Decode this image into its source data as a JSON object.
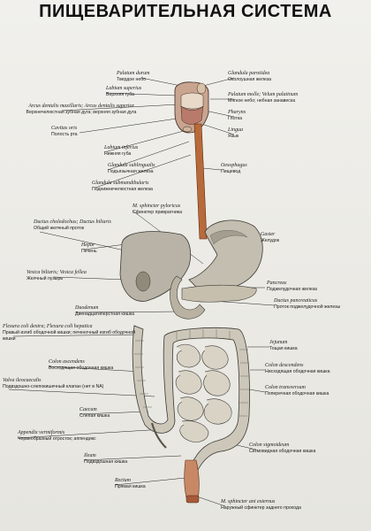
{
  "title": "ПИЩЕВАРИТЕЛЬНАЯ СИСТЕМА",
  "labels": {
    "palatum_durum": {
      "la": "Palatum durum",
      "ru": "Твердое небо"
    },
    "glandula_parotidea": {
      "la": "Glandula parotidea",
      "ru": "Околоушная железа"
    },
    "labium_superius": {
      "la": "Labium superius",
      "ru": "Верхняя губа"
    },
    "palatum_molle": {
      "la": "Palatum molle; Velum palatinum",
      "ru": "Мягкое небо; небная занавеска"
    },
    "arcus_dentalis": {
      "la": "Arcus dentalis maxillaris; Arcus dentalis superior",
      "ru": "Верхнечелюстная зубная дуга; верхняя зубная дуга"
    },
    "pharynx": {
      "la": "Pharynx",
      "ru": "Глотка"
    },
    "cavitas_oris": {
      "la": "Cavitas oris",
      "ru": "Полость рта"
    },
    "lingua": {
      "la": "Lingua",
      "ru": "Язык"
    },
    "labium_inferius": {
      "la": "Labium inferius",
      "ru": "Нижняя губа"
    },
    "oesophagus": {
      "la": "Oesophagus",
      "ru": "Пищевод"
    },
    "glandula_sublingualis": {
      "la": "Glandula sublingualis",
      "ru": "Подъязычная железа"
    },
    "glandula_submandibularis": {
      "la": "Glandula submandibularis",
      "ru": "Поднижнечелюстная железа"
    },
    "sphincter_pyloricus": {
      "la": "M. sphincter pyloricus",
      "ru": "Сфинктер привратника"
    },
    "ductus_choledochus": {
      "la": "Ductus choledochus; Ductus biliaris",
      "ru": "Общий желчный проток"
    },
    "gaster": {
      "la": "Gaster",
      "ru": "Желудок"
    },
    "hepar": {
      "la": "Hepar",
      "ru": "Печень"
    },
    "vesica_biliaris": {
      "la": "Vesica biliaris; Vesica fellea",
      "ru": "Желчный пузырь"
    },
    "pancreas": {
      "la": "Pancreas",
      "ru": "Поджелудочная железа"
    },
    "ductus_pancreaticus": {
      "la": "Ductus pancreaticus",
      "ru": "Проток поджелудочной железы"
    },
    "duodenum": {
      "la": "Duodenum",
      "ru": "Двенадцатиперстная кишка"
    },
    "flexura_coli": {
      "la": "Flexura coli dextra; Flexura coli hepatica",
      "ru": "Правый изгиб ободочной кишки; печеночный изгиб ободочной кишки"
    },
    "jejunum": {
      "la": "Jejunum",
      "ru": "Тощая кишка"
    },
    "colon_ascendens": {
      "la": "Colon ascendens",
      "ru": "Восходящая ободочная кишка"
    },
    "colon_descendens": {
      "la": "Colon descendens",
      "ru": "Нисходящая ободочная кишка"
    },
    "valva_ileocaecalis": {
      "la": "Valva ileocaecalis",
      "ru": "Подвздошно-слепокишечный клапан (нет в NA)"
    },
    "colon_transversum": {
      "la": "Colon transversum",
      "ru": "Поперечная ободочная кишка"
    },
    "caecum": {
      "la": "Caecum",
      "ru": "Слепая кишка"
    },
    "appendix": {
      "la": "Appendix vermiformis",
      "ru": "Червеобразный отросток; аппендикс"
    },
    "colon_sigmoideum": {
      "la": "Colon sigmoideum",
      "ru": "Сигмовидная ободочная кишка"
    },
    "ileum": {
      "la": "Ileum",
      "ru": "Подвздошная кишка"
    },
    "rectum": {
      "la": "Rectum",
      "ru": "Прямая кишка"
    },
    "sphincter_ani": {
      "la": "M. sphincter ani externus",
      "ru": "Наружный сфинктер заднего прохода"
    }
  }
}
